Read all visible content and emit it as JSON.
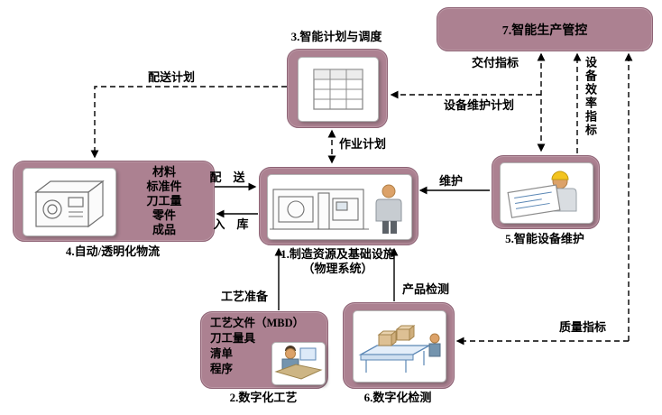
{
  "colors": {
    "box_fill": "#ac8191",
    "box_border": "#8e6375",
    "panel_fill": "#ffffff",
    "line": "#000000",
    "helmet_yellow": "#f3c41f",
    "skin_tan": "#dca269",
    "blueprint_blue": "#5b87b5",
    "desk_tan": "#cdb584"
  },
  "boxes": {
    "b1": {
      "label1": "1.制造资源及基础设施",
      "label2": "（物理系统）"
    },
    "b2": {
      "label": "2.数字化工艺",
      "items": [
        "工艺文件（MBD）",
        "刀工量具",
        "清单",
        "程序"
      ]
    },
    "b3": {
      "label": "3.智能计划与调度"
    },
    "b4": {
      "label": "4.自动/透明化物流",
      "items": [
        "材料",
        "标准件",
        "刀工量",
        "零件",
        "成品"
      ]
    },
    "b5": {
      "label": "5.智能设备维护"
    },
    "b6": {
      "label": "6.数字化检测"
    },
    "b7": {
      "label": "7.智能生产管控"
    }
  },
  "edges": {
    "delivery_plan": "配送计划",
    "work_plan": "作业计划",
    "deliver": "配　送",
    "inbound": "入　库",
    "maintain": "维护",
    "delivery_kpi": "交付指标",
    "equipment_maintenance_plan": "设备维护计划",
    "equipment_efficiency_kpi": "设备效率指标",
    "quality_kpi": "质量指标",
    "process_preparation": "工艺准备",
    "product_inspection": "产品检测"
  },
  "icons": {
    "b3": "spreadsheet-icon",
    "b4": "logistics-machine-icon",
    "b1": "factory-machine-person-icon",
    "b5": "engineer-blueprint-icon",
    "b2": "designer-workstation-icon",
    "b6": "conveyor-inspection-icon"
  }
}
